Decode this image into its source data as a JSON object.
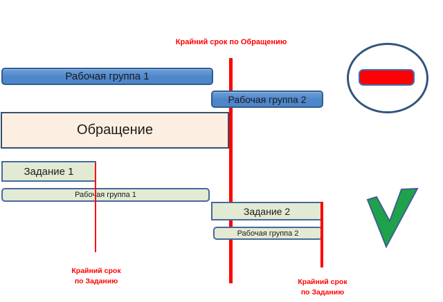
{
  "colors": {
    "background": "#ffffff",
    "blue_bar_fill": "#4E86CA",
    "blue_bar_fill_light": "#6D9FD8",
    "blue_bar_border": "#2E5B8F",
    "request_fill": "#FCEFE1",
    "request_border": "#32516F",
    "green_bar_fill": "#E3EAD3",
    "green_bar_border": "#44689B",
    "deadline_red": "#FF0000",
    "text_black": "#1A1A1A",
    "check_fill": "#1EA24B",
    "check_stroke": "#41608F",
    "circle_stroke": "#30557D",
    "noentry_fill": "#FC0204",
    "noentry_stroke": "#3F6FB5"
  },
  "timeline": {
    "top_deadline_label": "Крайний срок по Обращению",
    "bars": {
      "workgroup1_top": "Рабочая группа 1",
      "workgroup2_top": "Рабочая группа 2",
      "request": "Обращение",
      "task1": "Задание 1",
      "workgroup1_sub": "Рабочая группа 1",
      "task2": "Задание 2",
      "workgroup2_sub": "Рабочая группа 2"
    },
    "task1_deadline": {
      "line1": "Крайний срок",
      "line2": "по Заданию"
    },
    "task2_deadline": {
      "line1": "Крайний срок",
      "line2": "по Заданию"
    }
  },
  "icons": {
    "no_entry": "no-entry-icon",
    "check": "checkmark-icon"
  }
}
